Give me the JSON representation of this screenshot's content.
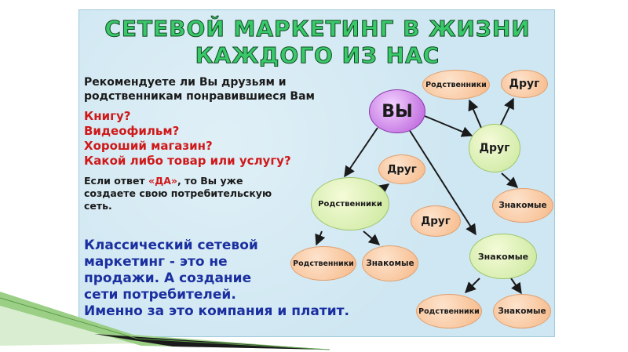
{
  "title": {
    "line1": "СЕТЕВОЙ МАРКЕТИНГ  В ЖИЗНИ",
    "line2": "КАЖДОГО ИЗ НАС"
  },
  "question": {
    "line1": "Рекомендуете ли Вы друзьям и",
    "line2": "родственникам понравившиеся Вам"
  },
  "items": [
    "Книгу?",
    "Видеофильм?",
    "Хороший магазин?",
    "Какой либо товар или услугу?"
  ],
  "answer": {
    "prefix": "Если ответ ",
    "highlight": "«ДА»",
    "suffix": ", то Вы уже",
    "line2": "создаете свою потребительскую",
    "line3": "сеть."
  },
  "conclusion": [
    "Классический сетевой",
    "маркетинг - это не",
    "продажи. А создание",
    "сети потребителей.",
    "Именно за это компания и платит."
  ],
  "nodes": {
    "you": "ВЫ",
    "relatives_top": "Родственники",
    "friend_top": "Друг",
    "friend_mid": "Друг",
    "friend_left": "Друг",
    "relatives_mid": "Родственники",
    "acquaint_right": "Знакомые",
    "friend_center": "Друг",
    "relatives_low": "Родственники",
    "acquaint_low": "Знакомые",
    "acquaint_hub": "Знакомые",
    "relatives_bottom": "Родственники",
    "acquaint_bottom": "Знакомые"
  },
  "colors": {
    "title": "#39c86a",
    "red_text": "#d01818",
    "blue_text": "#1a2fa0",
    "background": "#cfe7f2"
  }
}
